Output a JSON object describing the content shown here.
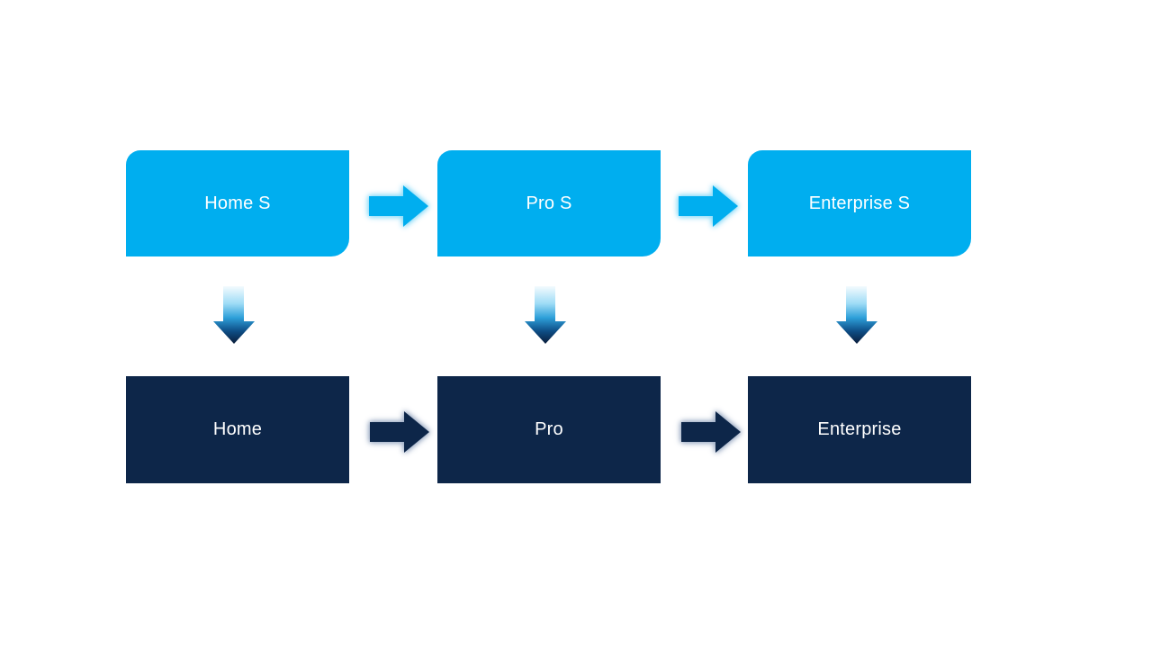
{
  "diagram": {
    "columns": [
      {
        "top_label": "Home S",
        "bottom_label": "Home"
      },
      {
        "top_label": "Pro S",
        "bottom_label": "Pro"
      },
      {
        "top_label": "Enterprise S",
        "bottom_label": "Enterprise"
      }
    ],
    "edges": [
      {
        "from": "Home S",
        "to": "Pro S",
        "direction": "right"
      },
      {
        "from": "Pro S",
        "to": "Enterprise S",
        "direction": "right"
      },
      {
        "from": "Home S",
        "to": "Home",
        "direction": "down"
      },
      {
        "from": "Pro S",
        "to": "Pro",
        "direction": "down"
      },
      {
        "from": "Enterprise S",
        "to": "Enterprise",
        "direction": "down"
      },
      {
        "from": "Home",
        "to": "Pro",
        "direction": "right"
      },
      {
        "from": "Pro",
        "to": "Enterprise",
        "direction": "right"
      }
    ]
  },
  "theme": {
    "colors": {
      "canvas_bg": "#FFFFFF",
      "box_light": "#00AEEF",
      "box_dark": "#0D2649",
      "label_text": "#FFFFFF",
      "glow_light": "#8FDCF8",
      "glow_dark": "#9FAEC6",
      "grad_top": "#F4FBFE",
      "grad_light": "#9FDCF6",
      "grad_mid": "#2D9FD9",
      "grad_deep": "#0E4E86",
      "grad_tip": "#0A1C3A"
    }
  }
}
